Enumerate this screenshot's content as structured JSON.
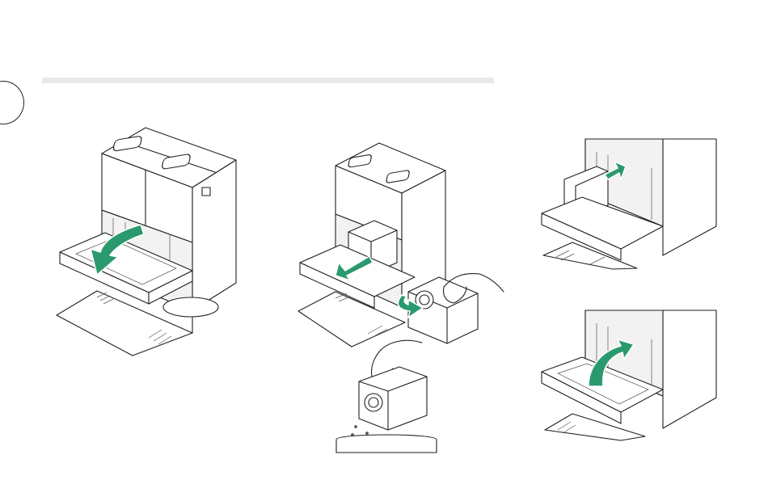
{
  "layout_note_none": "",
  "colors": {
    "accent_arrow": "#2a9a6e",
    "divider": "#e6ebe7",
    "line": "#1f1f1f"
  },
  "steps": [
    {
      "id": "open-drawer",
      "icon": "green-curved-arrow-down"
    },
    {
      "id": "remove-bag",
      "icon": "green-arrow-left"
    },
    {
      "id": "empty-bag",
      "icon": "dust-bag-over-bin"
    },
    {
      "id": "insert-bag",
      "icon": "green-arrow-right"
    },
    {
      "id": "close-drawer",
      "icon": "green-curved-arrow-up"
    }
  ]
}
